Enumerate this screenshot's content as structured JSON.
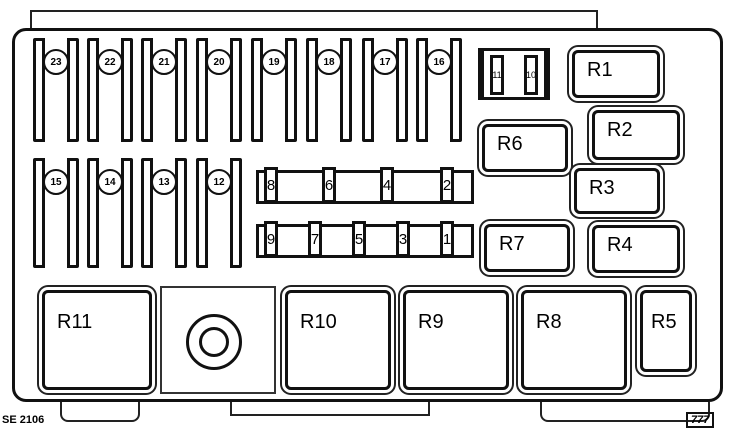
{
  "fuses_top": [
    "23",
    "22",
    "21",
    "20",
    "19",
    "18",
    "17",
    "16"
  ],
  "fuses_bottom": [
    "15",
    "14",
    "13",
    "12"
  ],
  "mini_fuses_top": [
    "8",
    "6",
    "4",
    "2"
  ],
  "mini_fuses_bottom": [
    "9",
    "7",
    "5",
    "3",
    "1"
  ],
  "maxi_fuses": [
    "11",
    "10"
  ],
  "relays": {
    "r1": "R1",
    "r2": "R2",
    "r3": "R3",
    "r4": "R4",
    "r5": "R5",
    "r6": "R6",
    "r7": "R7",
    "r8": "R8",
    "r9": "R9",
    "r10": "R10",
    "r11": "R11"
  },
  "caption_left": "SE 2106",
  "caption_right": "777"
}
